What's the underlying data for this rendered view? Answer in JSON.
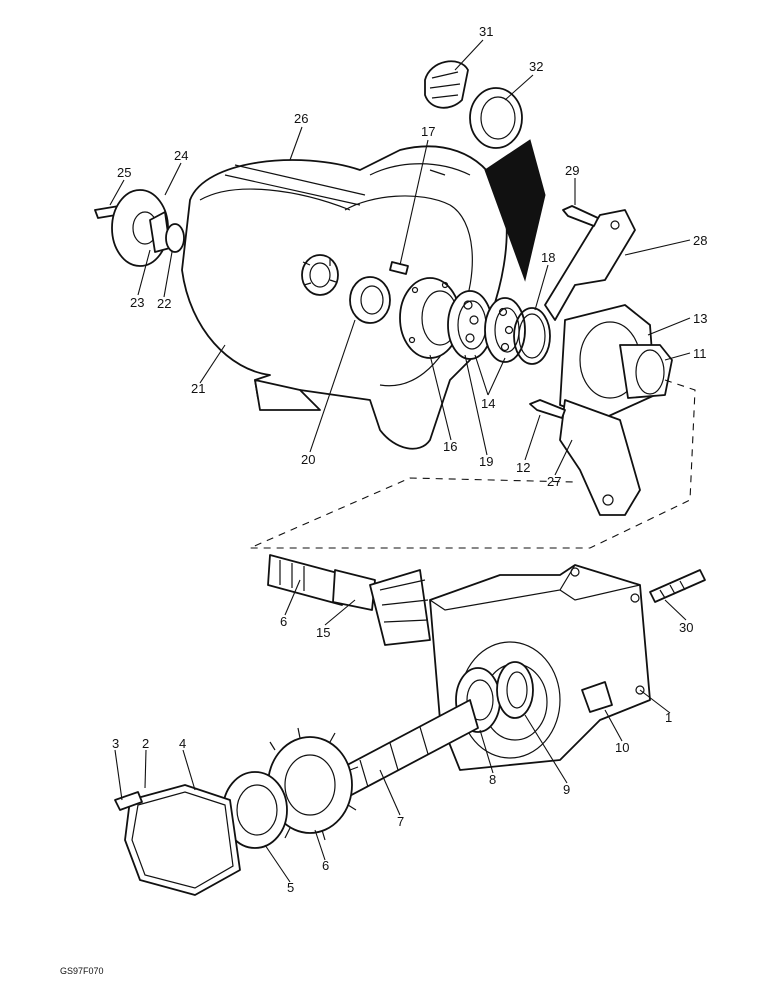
{
  "figure": {
    "reference_code": "GS97F070",
    "callouts": {
      "c1": "1",
      "c2": "2",
      "c3": "3",
      "c4": "4",
      "c5": "5",
      "c6a": "6",
      "c6b": "6",
      "c7": "7",
      "c8": "8",
      "c9": "9",
      "c10": "10",
      "c11": "11",
      "c12": "12",
      "c13": "13",
      "c14": "14",
      "c15": "15",
      "c16": "16",
      "c17": "17",
      "c18": "18",
      "c19": "19",
      "c20": "20",
      "c21": "21",
      "c22": "22",
      "c23": "23",
      "c24": "24",
      "c25": "25",
      "c26": "26",
      "c27": "27",
      "c28": "28",
      "c29": "29",
      "c30": "30",
      "c31": "31",
      "c32": "32"
    }
  }
}
